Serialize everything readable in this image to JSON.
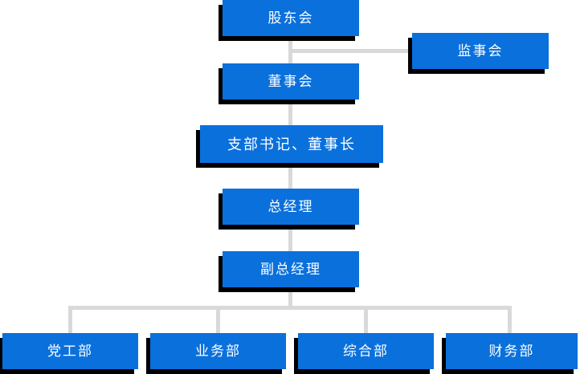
{
  "diagram": {
    "title_text": "",
    "accent_color": "#0a70dc",
    "shadow_color": "#000000",
    "connector_color": "#d9d9d9",
    "text_color": "#ffffff",
    "background_color": "#ffffff",
    "type": "organization-chart"
  },
  "nodes": {
    "shareholders_meeting": {
      "label": "股东会"
    },
    "board_of_supervisors": {
      "label": "监事会"
    },
    "board_of_directors": {
      "label": "董事会"
    },
    "branch_secretary_chairman": {
      "label": "支部书记、董事长"
    },
    "general_manager": {
      "label": "总经理"
    },
    "deputy_general_manager": {
      "label": "副总经理"
    },
    "party_work_dept": {
      "label": "党工部"
    },
    "business_dept": {
      "label": "业务部"
    },
    "general_affairs_dept": {
      "label": "综合部"
    },
    "finance_dept": {
      "label": "财务部"
    }
  }
}
